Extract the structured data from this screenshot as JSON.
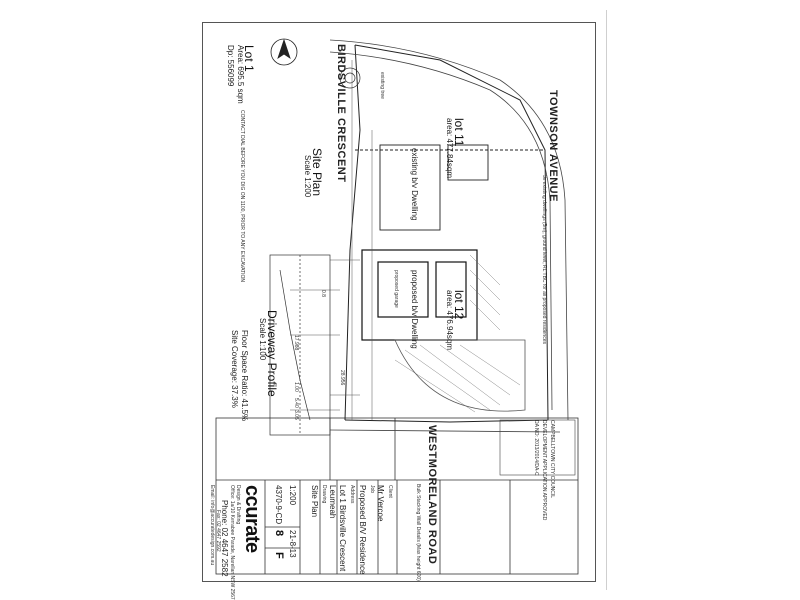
{
  "roads": {
    "birdsville": "BIRDSVILLE CRESCENT",
    "townson": "TOWNSON AVENUE",
    "westmoreland": "WESTMORELAND ROAD"
  },
  "lots": {
    "lot1_title": "Lot 1",
    "lot1_area": "Area: 695.5 sqm",
    "lot1_dp": "Dp: 556099",
    "lot11_title": "lot 11",
    "lot11_area": "area: 477.84sqm",
    "lot12_title": "lot 12",
    "lot12_area": "area: 476.94sqm",
    "existing_dwelling": "existing b/v Dwelling",
    "proposed_dwelling": "proposed b/v Dwelling",
    "proposed_garage": "proposed garage"
  },
  "titles": {
    "site_plan": "Site Plan",
    "site_plan_scale": "Scale 1:200",
    "driveway_profile": "Driveway Profile",
    "driveway_scale": "Scale 1:100",
    "floor_space_ratio": "Floor Space Ratio: 41.5%",
    "site_coverage": "Site Coverage: 37.3%",
    "contact_note": "CONTACT DIAL BEFORE YOU DIG ON 1100, PRIOR TO ANY EXCAVATION",
    "building_note": "3x existing dwellings (5m), ground level, RL TBC for all proposed residences",
    "tree_note": "existing tree"
  },
  "title_block": {
    "client_label": "Client",
    "client": "Mr Vercoe",
    "job_label": "Job",
    "job": "Proposed B/V Residence",
    "address_label": "Address",
    "address_line1": "Lot 1 Birdsville Crescent",
    "address_line2": "Leumeah",
    "drawing_label": "Drawing",
    "drawing": "Site Plan",
    "scale": "1:200",
    "date": "21-8-13",
    "drawing_no": "4370-9-CD",
    "sheet": "8",
    "revision": "F",
    "logo": "ccurate",
    "company_tagline": "Design & Drafting",
    "company_address": "Office: 1a/10 Kerrabee Parade, Narellan NSW 2567",
    "phone": "Phone: 02 4647 2582",
    "fax": "Fax: 02 4647 2592",
    "email": "Email: info@accuratedesign.com.au",
    "council_stamp": "CAMPBELLTOWN CITY COUNCIL",
    "approval_text": "DEVELOPMENT APPLICATION APPROVED",
    "stamp_date": "DA NO: 2013/2014/DA-C",
    "retaining_wall": "Bulk Stacking Wall Details (Max height 600)"
  },
  "dimensions": {
    "d1": "28.956",
    "d2": "17.988",
    "d3": "5.40",
    "d4": "1.00",
    "d5": "3.05",
    "d6": "0.8"
  }
}
